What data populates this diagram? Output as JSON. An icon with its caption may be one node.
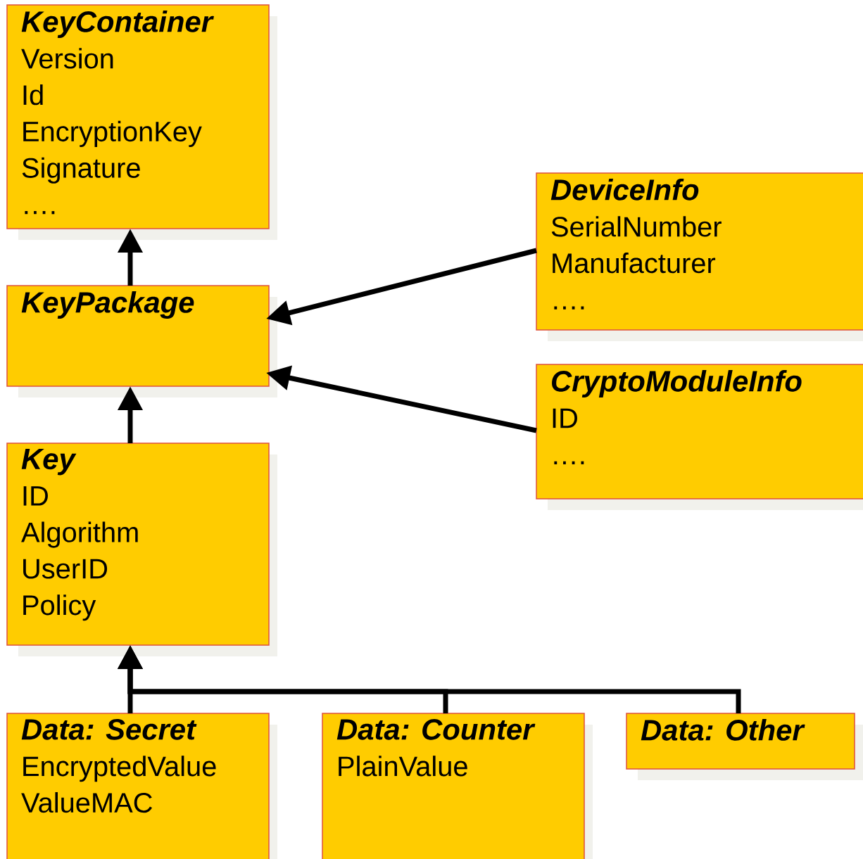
{
  "diagram": {
    "nodes": [
      {
        "text": [
          "KeyContainer",
          "Version",
          "Id",
          "EncryptionKey",
          "Signature",
          "…."
        ]
      },
      {
        "text": [
          "KeyPackage"
        ]
      },
      {
        "text": [
          "DeviceInfo",
          "SerialNumber",
          "Manufacturer",
          "…."
        ]
      },
      {
        "text": [
          "CryptoModuleInfo",
          "ID",
          "…."
        ]
      },
      {
        "text": [
          "Key",
          "ID",
          "Algorithm",
          "UserID",
          "Policy"
        ]
      },
      {
        "text": [
          "Data: Secret",
          "EncryptedValue",
          "ValueMAC"
        ]
      },
      {
        "text": [
          "Data: Counter",
          "PlainValue"
        ]
      },
      {
        "text": [
          "Data: Other"
        ]
      }
    ],
    "edges": [
      {
        "from": 1,
        "to": 0,
        "arrow": "to"
      },
      {
        "from": 2,
        "to": 1,
        "arrow": "to"
      },
      {
        "from": 3,
        "to": 1,
        "arrow": "to"
      },
      {
        "from": 4,
        "to": 1,
        "arrow": "to"
      },
      {
        "from": 5,
        "to": 4,
        "arrow": "to"
      },
      {
        "from": 6,
        "to": 4,
        "arrow": "to"
      },
      {
        "from": 7,
        "to": 4,
        "arrow": "to"
      }
    ]
  }
}
